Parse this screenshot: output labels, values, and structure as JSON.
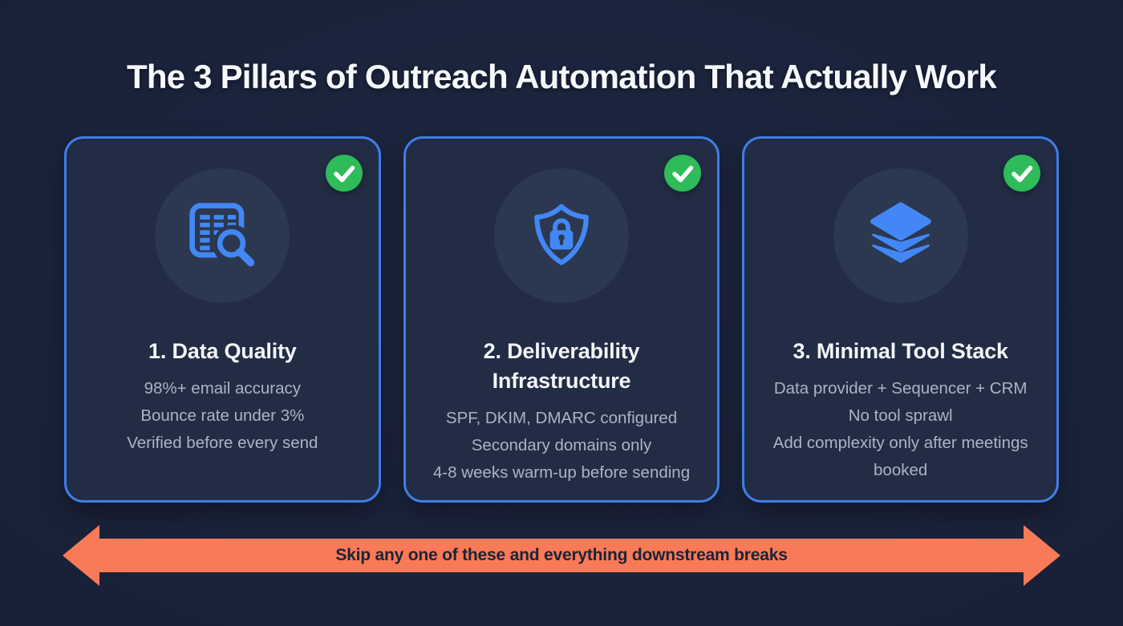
{
  "title": "The 3 Pillars of Outreach Automation That Actually Work",
  "cards": [
    {
      "icon": "spreadsheet-search-icon",
      "badge_icon": "check-icon",
      "title": "1. Data Quality",
      "lines": [
        "98%+ email accuracy",
        "Bounce rate under 3%",
        "Verified before every send"
      ]
    },
    {
      "icon": "shield-lock-icon",
      "badge_icon": "check-icon",
      "title": "2. Deliverability Infrastructure",
      "lines": [
        "SPF, DKIM, DMARC configured",
        "Secondary domains only",
        "4-8 weeks warm-up before sending"
      ]
    },
    {
      "icon": "layers-icon",
      "badge_icon": "check-icon",
      "title": "3. Minimal Tool Stack",
      "lines": [
        "Data provider + Sequencer + CRM",
        "No tool sprawl",
        "Add complexity only after meetings booked"
      ]
    }
  ],
  "banner": {
    "text": "Skip any one of these and everything downstream breaks"
  },
  "colors": {
    "background": "#192138",
    "card_background": "#222c44",
    "card_border": "#3f7de9",
    "icon_circle": "#2b3850",
    "icon_blue": "#4287f5",
    "check_green": "#2ebb59",
    "body_text": "#aab4c4",
    "title_text": "#f5f8fc",
    "banner_orange": "#f87a56",
    "banner_text": "#1c2338"
  }
}
